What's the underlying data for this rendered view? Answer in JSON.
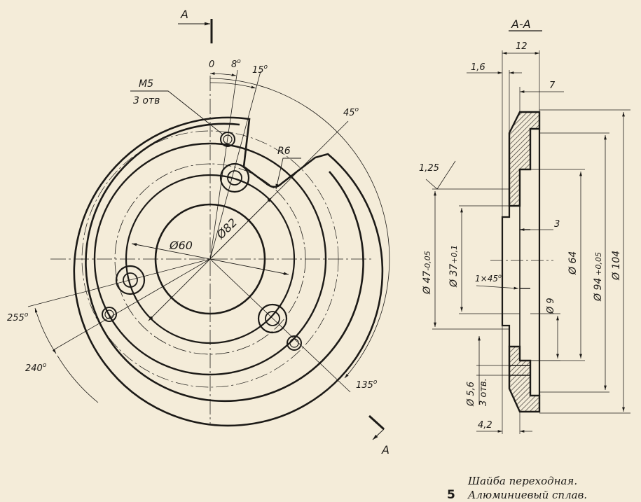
{
  "colors": {
    "paper": "#f4ecd9",
    "ink": "#1c1a17",
    "hatch": "#3a3530"
  },
  "section_marks": {
    "top": "A",
    "bottom": "A",
    "view_title": "A-A"
  },
  "front_view": {
    "angles": {
      "zero": "0",
      "a8": "8",
      "a15": "15",
      "a45": "45",
      "a135": "135",
      "a240": "240",
      "a255": "255"
    },
    "deg": "o",
    "thread": {
      "size": "M5",
      "count": "3 отв"
    },
    "radius": "R6",
    "diameters": {
      "d60": "Ø60",
      "d82": "Ø82"
    }
  },
  "section_view": {
    "d12": "12",
    "d1_6": "1,6",
    "d7": "7",
    "d1_25": "1,25",
    "d3": "3",
    "d47": "Ø 47",
    "d47_tol": "-0,05",
    "d37": "Ø 37",
    "d37_tol": "+0,1",
    "chamfer": "1×45",
    "d64": "Ø 64",
    "d94": "Ø 94",
    "d94_tol": "+0,05",
    "d104": "Ø 104",
    "d9": "Ø 9",
    "hole": "Ø 5,6",
    "hole_count": "3 отв.",
    "d4_2": "4,2"
  },
  "caption": {
    "figure_number": "5",
    "line1": "Шайба переходная.",
    "line2": "Алюминиевый сплав."
  }
}
